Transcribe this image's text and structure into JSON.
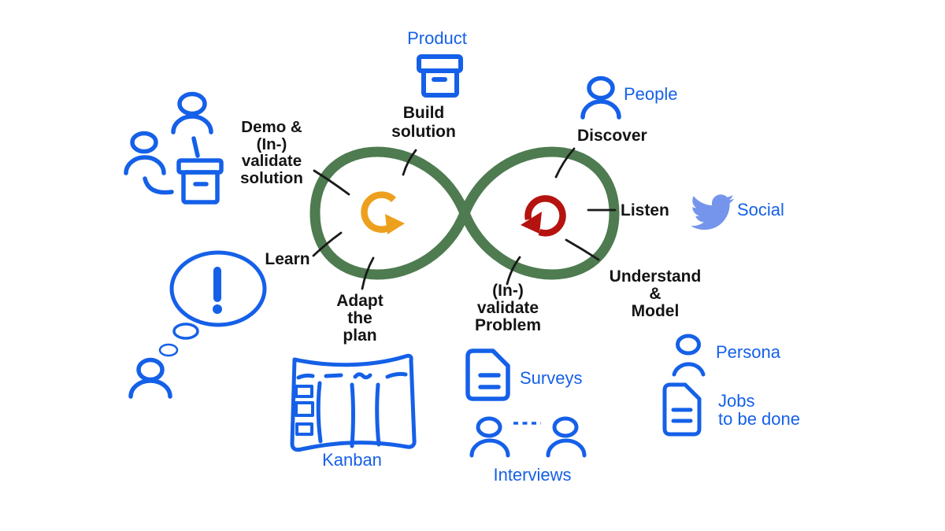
{
  "diagram": {
    "type": "infinity-loop-process-diagram",
    "steps": {
      "build_solution": [
        "Build",
        "solution"
      ],
      "demo_validate_solution": [
        "Demo &",
        "(In-)",
        "validate",
        "solution"
      ],
      "learn": [
        "Learn"
      ],
      "adapt_the_plan": [
        "Adapt",
        "the",
        "plan"
      ],
      "discover": [
        "Discover"
      ],
      "listen": [
        "Listen"
      ],
      "understand_model": [
        "Understand",
        "&",
        "Model"
      ],
      "invalidate_problem": [
        "(In-)",
        "validate",
        "Problem"
      ]
    },
    "artifacts": {
      "product": "Product",
      "people": "People",
      "social": "Social",
      "persona": "Persona",
      "jobs_to_be_done": [
        "Jobs",
        "to be done"
      ],
      "surveys": "Surveys",
      "interviews": "Interviews",
      "kanban": "Kanban"
    },
    "icons": [
      "infinity-loop",
      "delivery-rotation-arrow-icon",
      "discovery-rotation-arrow-icon",
      "product-box-icon",
      "demo-presentation-icon",
      "people-icon",
      "twitter-bird-icon",
      "persona-icon",
      "jobs-document-icon",
      "surveys-document-icon",
      "interviews-people-icon",
      "kanban-board-icon",
      "thinking-person-icon",
      "thought-bubble-icon",
      "exclamation-icon"
    ],
    "colors": {
      "loop_green": "#4E7B50",
      "delivery_arrow_orange": "#EDA01E",
      "discovery_arrow_red": "#B5130F",
      "icon_blue": "#1560E8",
      "twitter_blue": "#7495EB",
      "label_black": "#141414",
      "background": "#FFFFFF"
    }
  }
}
